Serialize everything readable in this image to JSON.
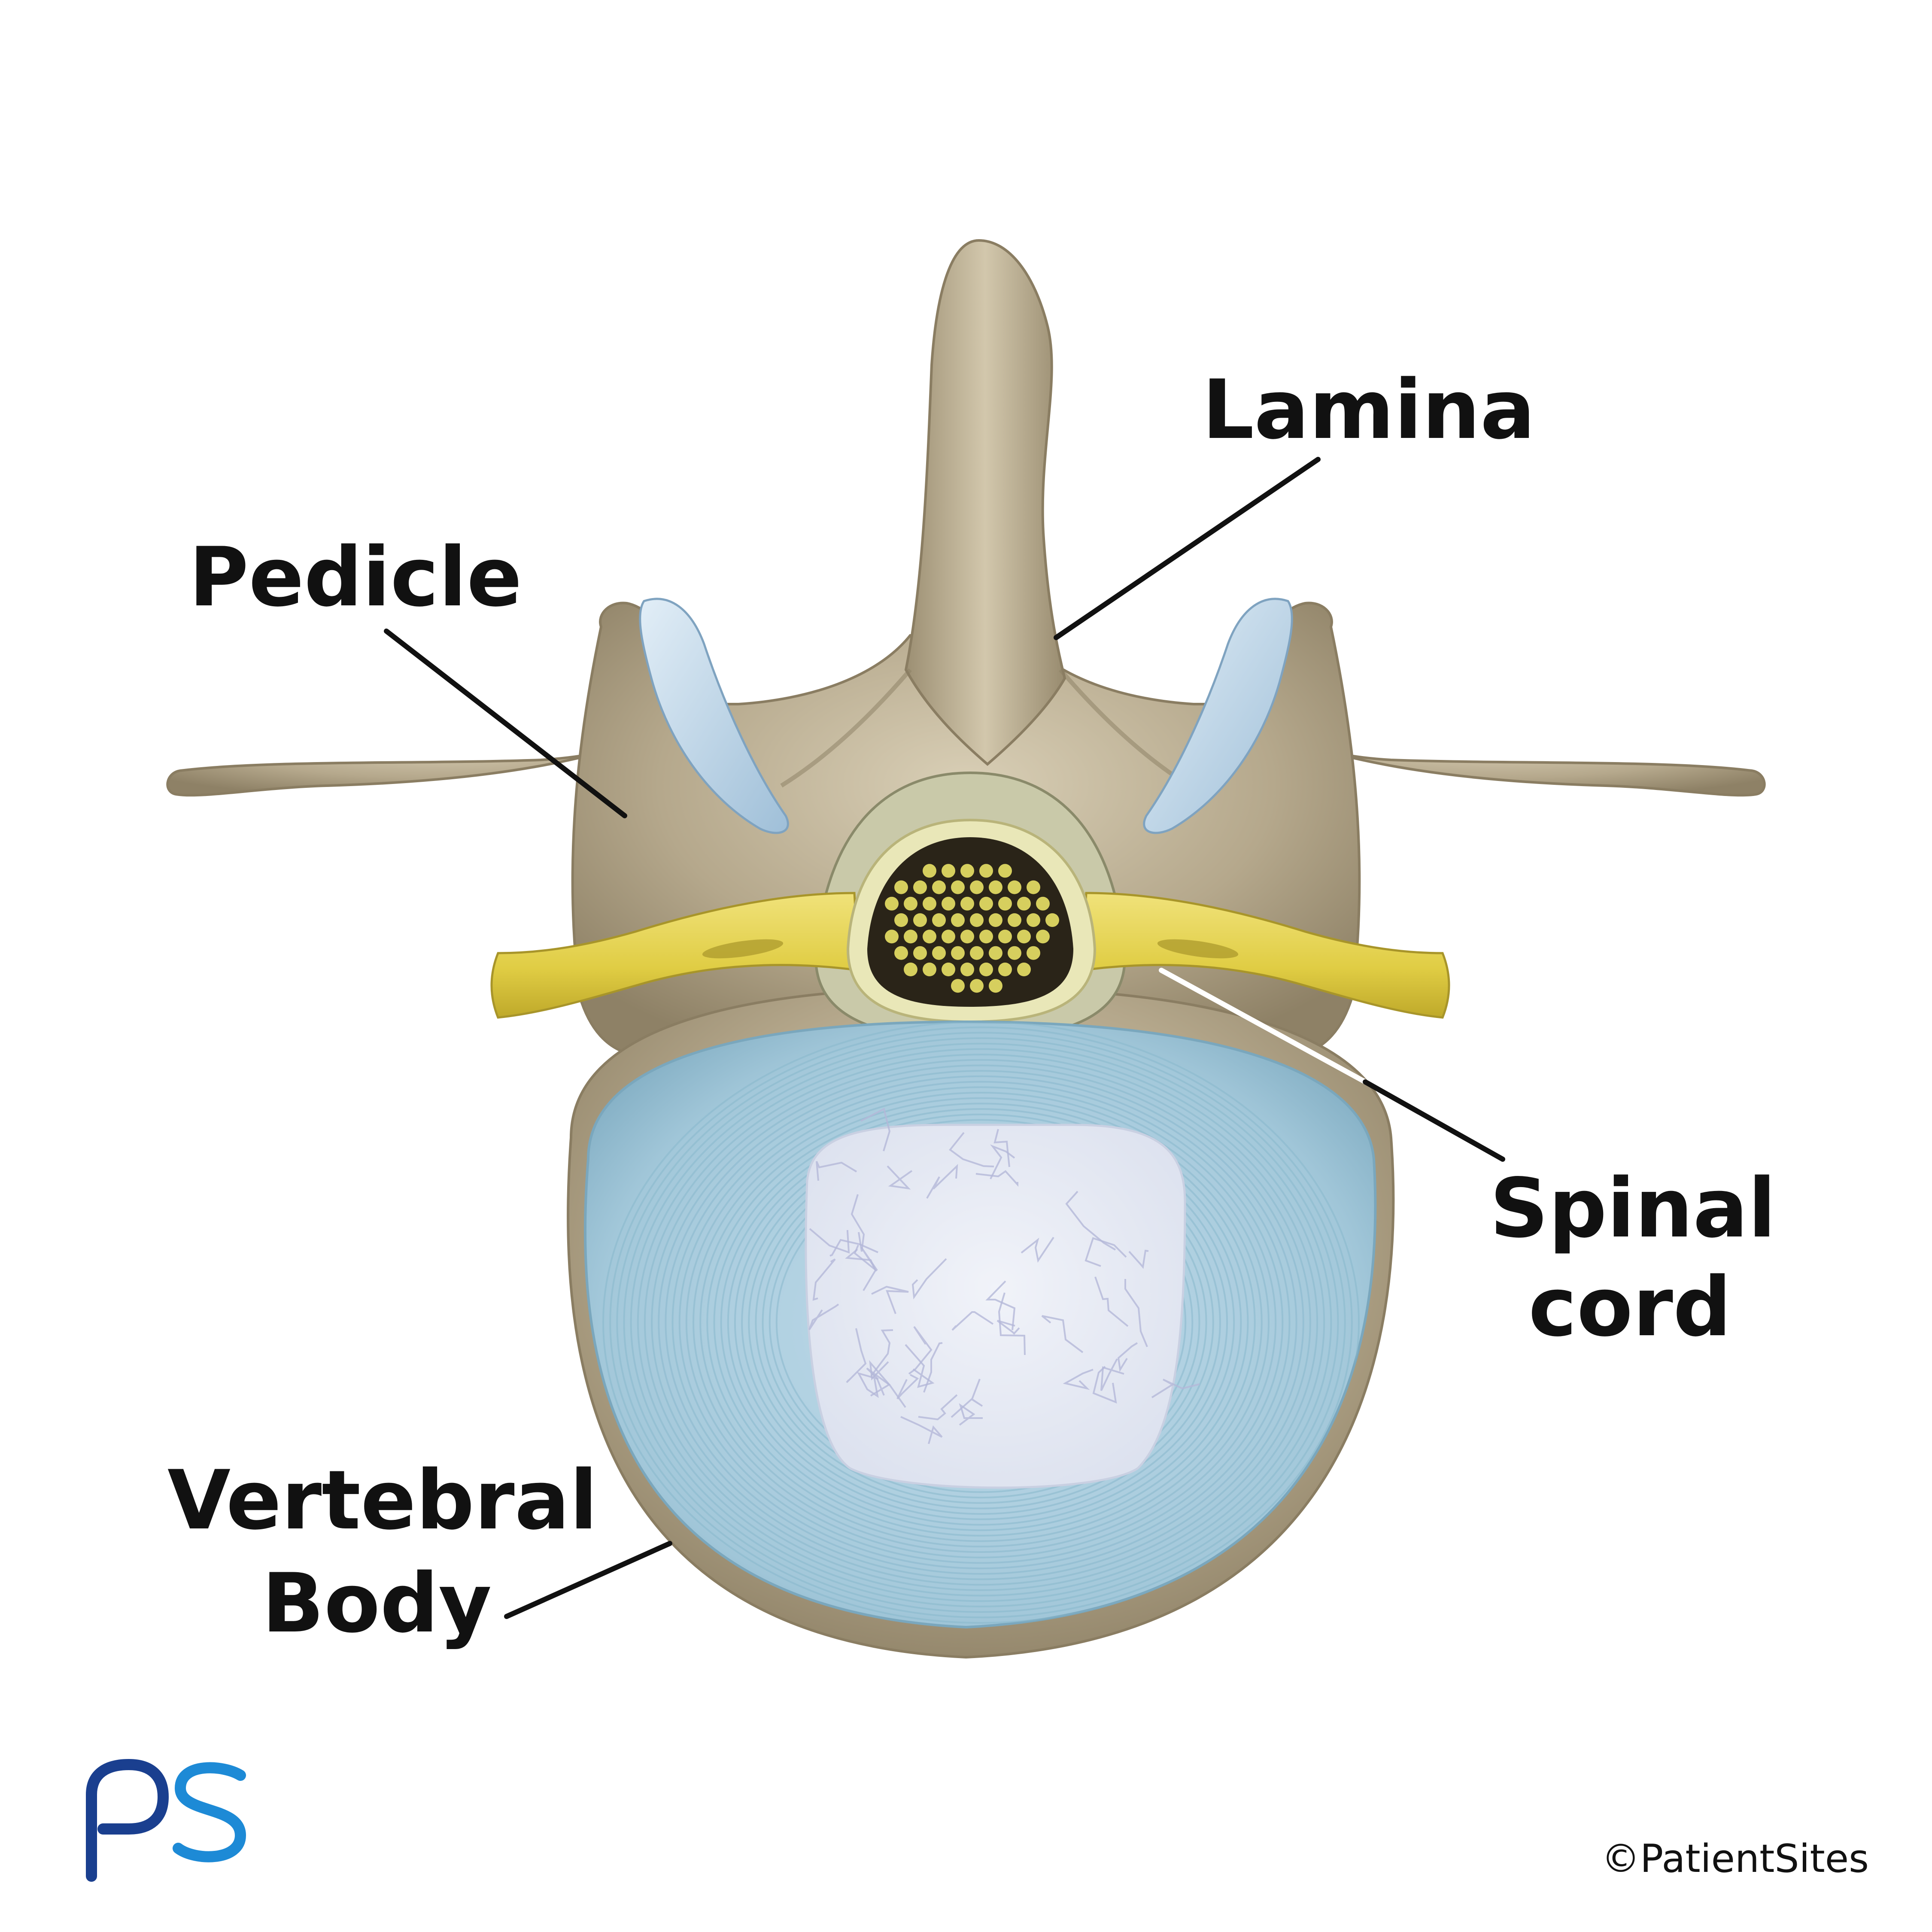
{
  "labels": {
    "lamina": "Lamina",
    "pedicle": "Pedicle",
    "spinal_cord_line1": "Spinal",
    "spinal_cord_line2": "cord",
    "vertebral_body_line1": "Vertebral",
    "vertebral_body_line2": "Body"
  },
  "copyright": "©PatientSites",
  "logo": {
    "text": "PS",
    "color_dark": "#1a3f8f",
    "color_light": "#1d8ad6"
  },
  "colors": {
    "bone": "#b3a68a",
    "bone_light": "#d6ccb2",
    "bone_dark": "#8a7d62",
    "cartilage": "#b8d2e6",
    "disc": "#a9cede",
    "disc_line": "#88b8cc",
    "nucleus": "#e7ebf4",
    "nerve": "#e3d24a",
    "nerve_dark": "#b9a528",
    "cord_dark": "#2a2418",
    "cord_dot": "#d6cf5e"
  }
}
